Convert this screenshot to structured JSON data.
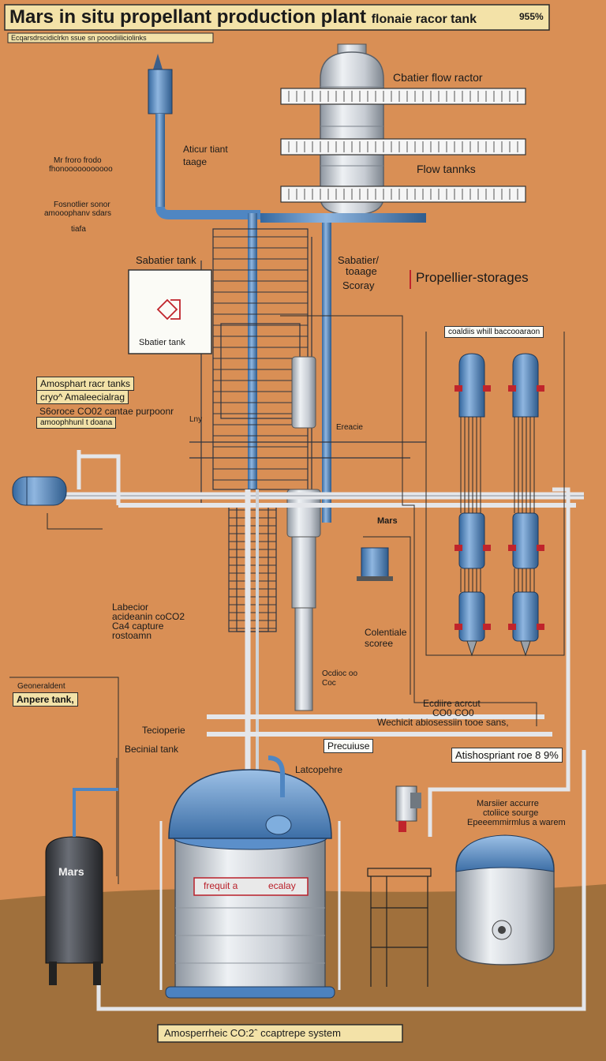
{
  "header": {
    "title": "Mars in situ propellant production plant",
    "title_suffix": "flonaie racor tank",
    "percent": "955%",
    "subtitle": "Ecqarsdrscidiclrkn ssue sn pooodiiliciolinks"
  },
  "labels": {
    "sabatier_flow_reactor": "Cbatier flow ractor",
    "flow_tanks": "Flow tannks",
    "aticur_tank": "Aticur tiant",
    "aticur_tank_2": "taage",
    "left_notes": [
      "Mr froro frodo",
      "fhonooooooooooo",
      "Fosnotlier sonor",
      "amooophanv sdars",
      "tiafa"
    ],
    "sabatier_tank_top": "Sabatier tank",
    "sabatier_storage_1": "Sabatier/",
    "sabatier_storage_2": "toaage",
    "sabatier_storage_3": "Scoray",
    "propellier_storages": "Propellier-storages",
    "sabatier_tank_box": "Sbatier tank",
    "coaldiis_box": "coaldiis whill baccooaraon",
    "atm_box_1": "Amosphart racr tanks",
    "atm_box_2": "cryo^ Amaleecialrag",
    "atm_box_3": "S6oroce CO02 cantae purpoonr",
    "atm_box_4": "amoophhunl t doana",
    "lny": "Lny",
    "ereacie": "Ereacie",
    "mars_mid": "Mars",
    "lab_capture_1": "Labecior",
    "lab_capture_2": "acideanin coCO2",
    "lab_capture_3": "Ca4 capture",
    "lab_capture_4": "rostoamn",
    "colentiale_1": "Colentiale",
    "colentiale_2": "scoree",
    "ocdioc_1": "Ocdioc oo",
    "ocdioc_2": "Coc",
    "generaldent": "Geoneraldent",
    "anpere_tank": "Anpere tank,",
    "tecioperie": "Tecioperie",
    "becinial_tank": "Becinial tank",
    "ecdiire_1": "Ecdiire acrcut",
    "ecdiire_2": "CO0 CO0",
    "ecdiire_3": "Wechicit abiosessiin tooe sans,",
    "precuiuse": "Precuiuse",
    "latcopehre": "Latcopehre",
    "atishospriant": "Atishospriant roe 8 9%",
    "marsiier_1": "Marsiier accurre",
    "marsiier_2": "ctoliice sourge",
    "marsiier_3": "Epeeemmirmlus a warem",
    "mars_tank": "Mars",
    "tank_band_left": "frequit a",
    "tank_band_right": "ecalay",
    "bottom_box": "Amosperrheic CO:2ˆ ccaptrepe system"
  },
  "colors": {
    "background": "#d98f55",
    "ground": "#a0703c",
    "pipe_blue": "#4f86c2",
    "steel": "#c3c8cf",
    "accent_red": "#c0242b",
    "box_fill": "#f3e2a8"
  }
}
